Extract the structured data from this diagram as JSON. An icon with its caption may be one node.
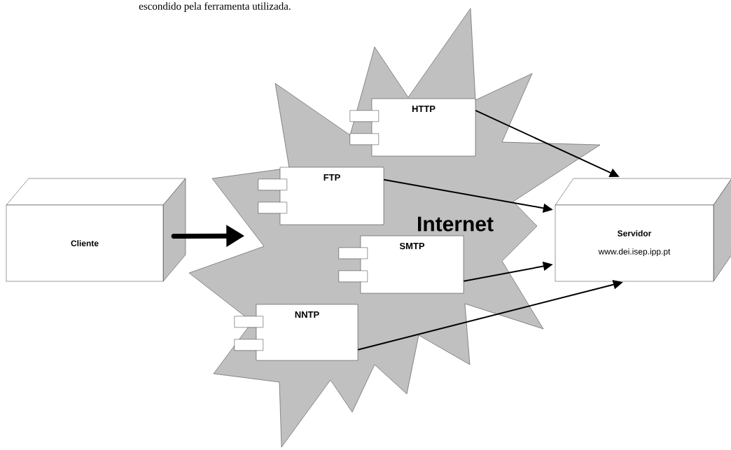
{
  "diagram": {
    "nodes": [
      {
        "text": [
          "Cliente"
        ]
      },
      {
        "text": [
          "Internet"
        ]
      },
      {
        "text": [
          "HTTP"
        ],
        "in": 1
      },
      {
        "text": [
          "FTP"
        ],
        "in": 1
      },
      {
        "text": [
          "SMTP"
        ],
        "in": 1
      },
      {
        "text": [
          "NNTP"
        ],
        "in": 1
      },
      {
        "text": [
          "Servidor",
          "www.dei.isep.ipp.pt"
        ]
      }
    ],
    "edges": [
      {
        "from": 0,
        "to": 1,
        "arrow": "to",
        "style": "thick"
      },
      {
        "from": 2,
        "to": 6,
        "arrow": "to"
      },
      {
        "from": 3,
        "to": 6,
        "arrow": "to"
      },
      {
        "from": 4,
        "to": 6,
        "arrow": "to"
      },
      {
        "from": 5,
        "to": 6,
        "arrow": "to"
      }
    ],
    "labels": [
      "escondido pela ferramenta utilizada."
    ]
  }
}
